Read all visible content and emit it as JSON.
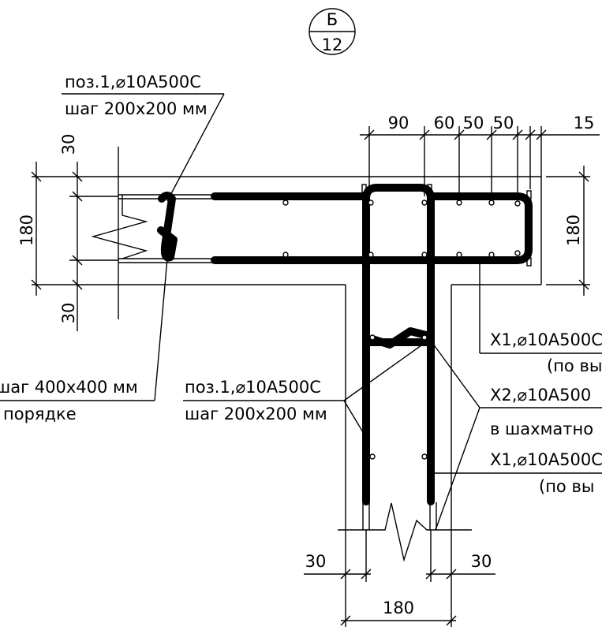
{
  "axis_marker": {
    "letter": "Б",
    "sheet": "12"
  },
  "dimensions": {
    "top_90": "90",
    "top_60": "60",
    "top_50a": "50",
    "top_50b": "50",
    "top_15": "15",
    "left_30_top": "30",
    "left_180": "180",
    "left_30_bottom": "30",
    "right_180": "180",
    "bottom_30_left": "30",
    "bottom_30_right": "30",
    "bottom_180": "180"
  },
  "callouts": {
    "pos1_top_line1": "поз.1,⌀10А500С",
    "pos1_top_line2": "шаг 200х200 мм",
    "left_cut_line1": "шаг 400х400 мм",
    "left_cut_line2": "порядке",
    "pos1_mid_line1": "поз.1,⌀10А500С",
    "pos1_mid_line2": "шаг 200х200 мм",
    "x1_top_line1": "Х1,⌀10А500С",
    "x1_top_line2": "(по вы",
    "x2_line1": "Х2,⌀10А500",
    "x2_line2": "в шахматно",
    "x1_bot_line1": "Х1,⌀10А500С",
    "x1_bot_line2": "(по вы"
  }
}
